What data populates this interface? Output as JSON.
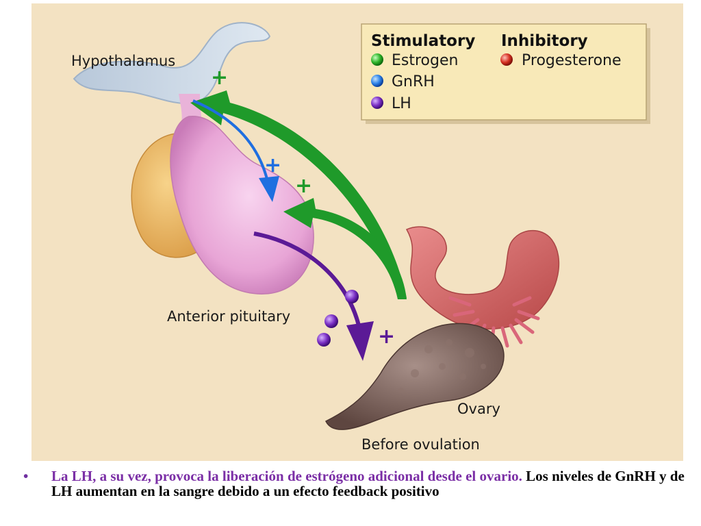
{
  "labels": {
    "hypothalamus": "Hypothalamus",
    "anterior_pituitary": "Anterior pituitary",
    "ovary": "Ovary",
    "before_ovulation": "Before ovulation"
  },
  "legend": {
    "stimulatory_heading": "Stimulatory",
    "inhibitory_heading": "Inhibitory",
    "stimulatory_items": [
      "Estrogen",
      "GnRH",
      "LH"
    ],
    "inhibitory_items": [
      "Progesterone"
    ]
  },
  "signs": {
    "plus": "+"
  },
  "caption": {
    "bullet": "•",
    "highlight": "La LH, a su vez, provoca la liberación de estrógeno adicional desde el ovario.",
    "rest": " Los niveles de GnRH y de LH aumentan en la sangre debido a un efecto feedback positivo"
  },
  "colors": {
    "background": "#f3e2c2",
    "estrogen": "#1f9a2a",
    "gnrh": "#1f6fe0",
    "lh": "#5b1a96",
    "progesterone": "#c8261d",
    "legend_box": "#f8e9b8"
  }
}
